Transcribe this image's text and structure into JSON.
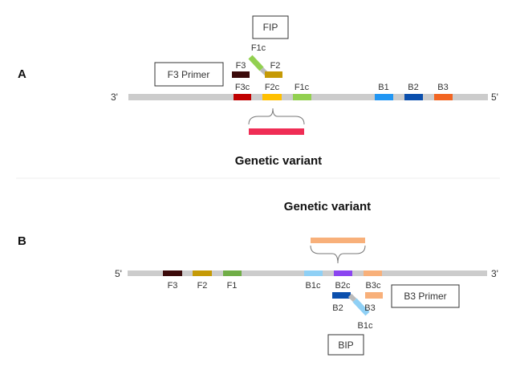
{
  "panel_a": {
    "label": "A",
    "strand_left": "3'",
    "strand_right": "5'",
    "fip_label": "FIP",
    "f3_primer_label": "F3 Primer",
    "fip_f1c": "F1c",
    "fip_f2": "F2",
    "primer_f3": "F3",
    "regions": [
      "F3c",
      "F2c",
      "F1c",
      "B1",
      "B2",
      "B3"
    ],
    "variant_title": "Genetic variant"
  },
  "panel_b": {
    "label": "B",
    "strand_left": "5'",
    "strand_right": "3'",
    "bip_label": "BIP",
    "b3_primer_label": "B3 Primer",
    "bip_b2": "B2",
    "bip_b1c": "B1c",
    "primer_b3": "B3",
    "regions": [
      "F3",
      "F2",
      "F1",
      "B1c",
      "B2c",
      "B3c"
    ],
    "variant_title": "Genetic variant"
  },
  "colors": {
    "strand": "#cccccc",
    "f3c": "#c00000",
    "f3": "#3b0a0a",
    "f2": "#c59a06",
    "f2c": "#ffc000",
    "f1": "#70ad47",
    "f1c": "#92d050",
    "b1": "#2196f3",
    "b1c": "#8fd0f5",
    "b2": "#0b4fad",
    "b2c": "#8b45f0",
    "b3": "#f26522",
    "b3c": "#f8b07a",
    "variant_a": "#ef2d55",
    "variant_b": "#f8b07a"
  }
}
